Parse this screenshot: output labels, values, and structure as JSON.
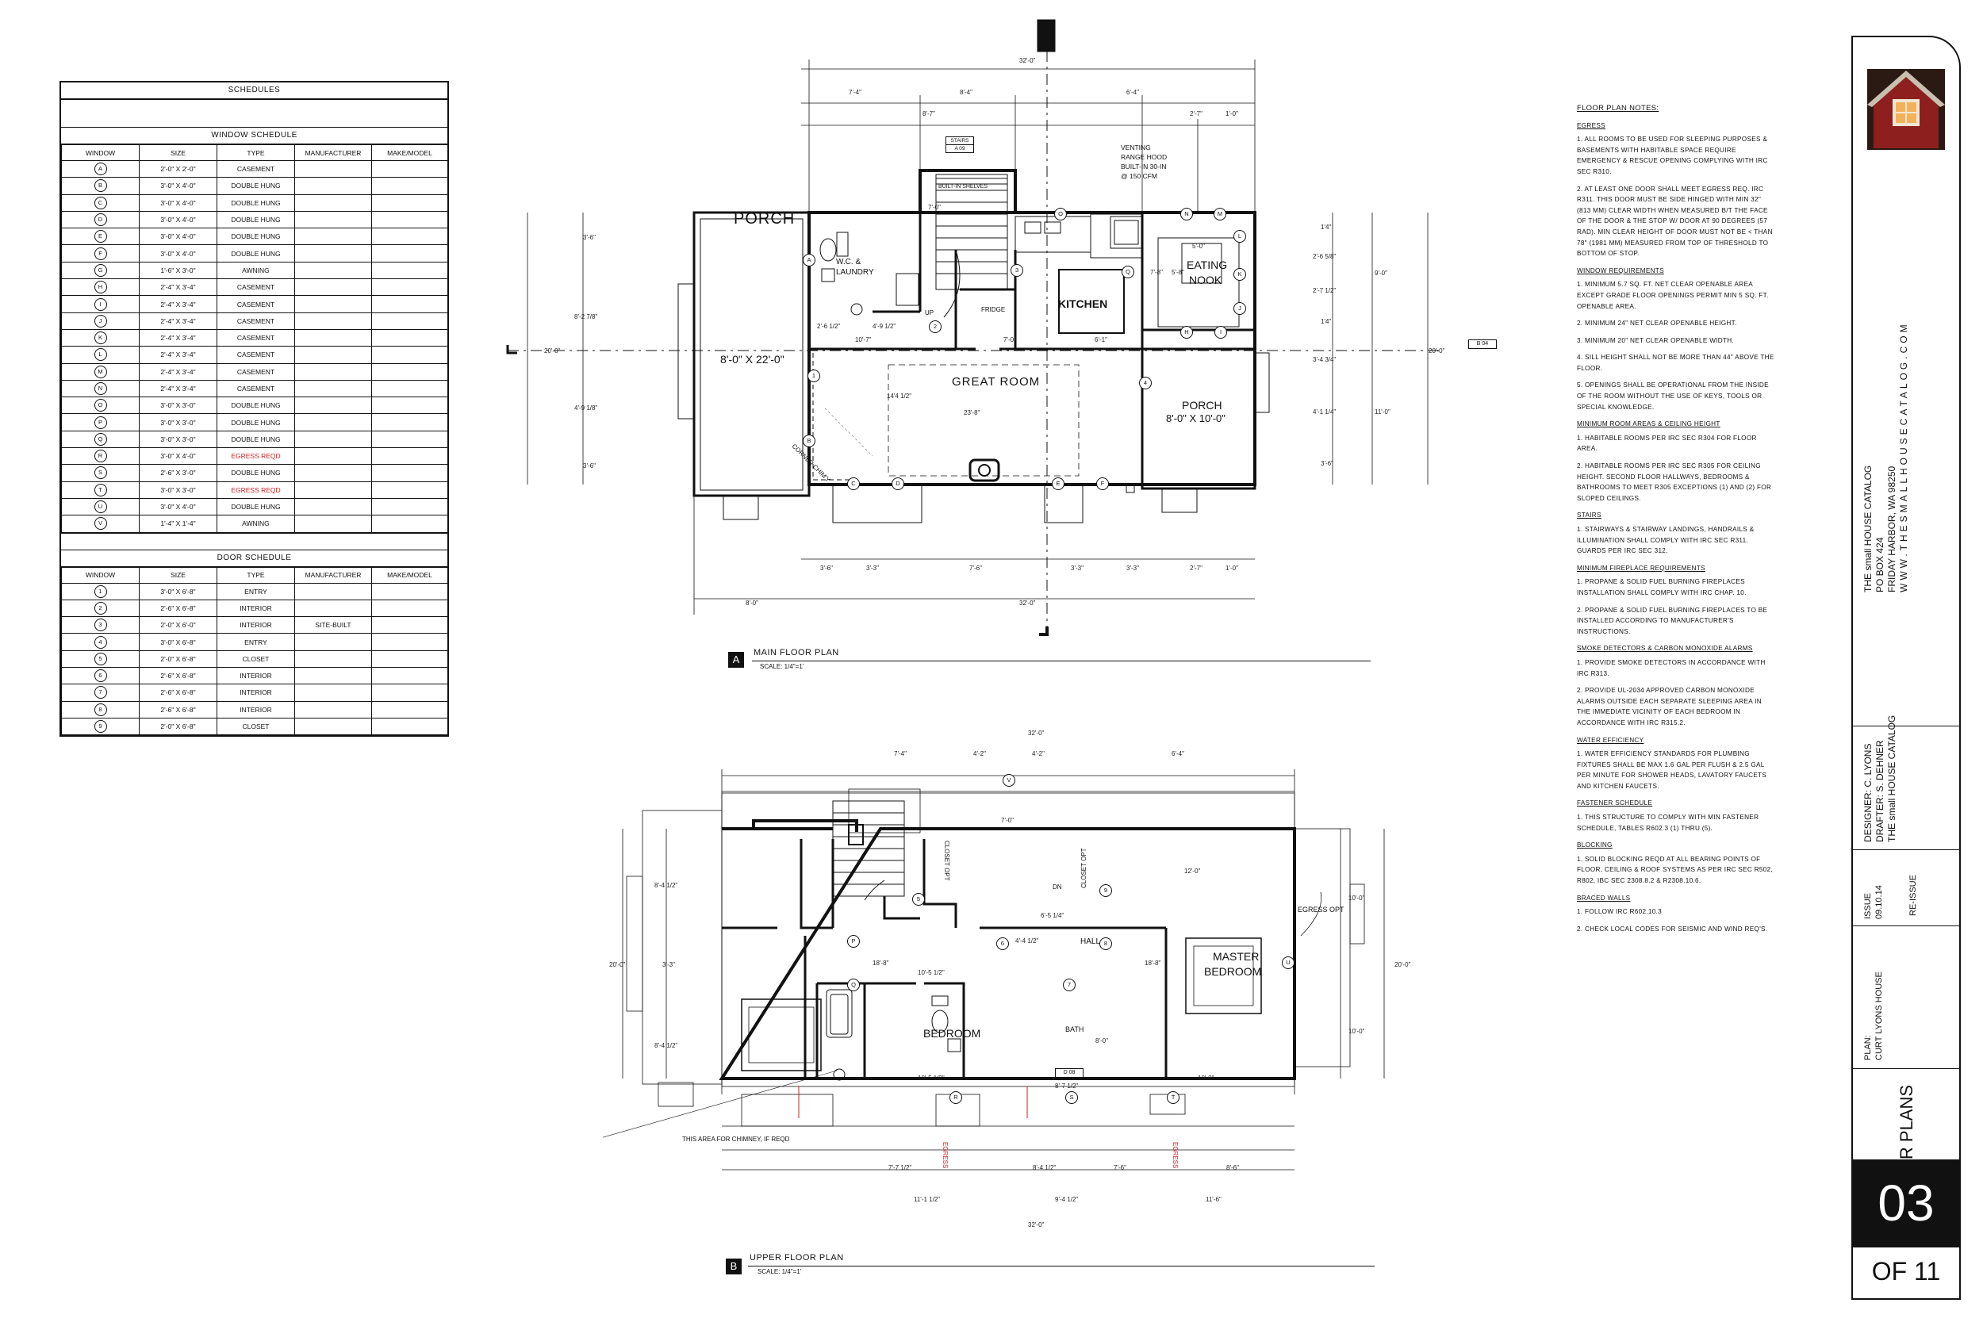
{
  "schedules": {
    "title": "SCHEDULES",
    "window_schedule_title": "WINDOW SCHEDULE",
    "window_headers": [
      "WINDOW",
      "SIZE",
      "TYPE",
      "MANUFACTURER",
      "MAKE/MODEL"
    ],
    "windows": [
      {
        "tag": "A",
        "size": "2'-0\" X 2'-0\"",
        "type": "CASEMENT",
        "red": false
      },
      {
        "tag": "B",
        "size": "3'-0\" X 4'-0\"",
        "type": "DOUBLE HUNG",
        "red": false
      },
      {
        "tag": "C",
        "size": "3'-0\" X 4'-0\"",
        "type": "DOUBLE HUNG",
        "red": false
      },
      {
        "tag": "D",
        "size": "3'-0\" X 4'-0\"",
        "type": "DOUBLE HUNG",
        "red": false
      },
      {
        "tag": "E",
        "size": "3'-0\" X 4'-0\"",
        "type": "DOUBLE HUNG",
        "red": false
      },
      {
        "tag": "F",
        "size": "3'-0\" X 4'-0\"",
        "type": "DOUBLE HUNG",
        "red": false
      },
      {
        "tag": "G",
        "size": "1'-6\" X 3'-0\"",
        "type": "AWNING",
        "red": false
      },
      {
        "tag": "H",
        "size": "2'-4\" X 3'-4\"",
        "type": "CASEMENT",
        "red": false
      },
      {
        "tag": "I",
        "size": "2'-4\" X 3'-4\"",
        "type": "CASEMENT",
        "red": false
      },
      {
        "tag": "J",
        "size": "2'-4\" X 3'-4\"",
        "type": "CASEMENT",
        "red": false
      },
      {
        "tag": "K",
        "size": "2'-4\" X 3'-4\"",
        "type": "CASEMENT",
        "red": false
      },
      {
        "tag": "L",
        "size": "2'-4\" X 3'-4\"",
        "type": "CASEMENT",
        "red": false
      },
      {
        "tag": "M",
        "size": "2'-4\" X 3'-4\"",
        "type": "CASEMENT",
        "red": false
      },
      {
        "tag": "N",
        "size": "2'-4\" X 3'-4\"",
        "type": "CASEMENT",
        "red": false
      },
      {
        "tag": "O",
        "size": "3'-0\" X 3'-0\"",
        "type": "DOUBLE HUNG",
        "red": false
      },
      {
        "tag": "P",
        "size": "3'-0\" X 3'-0\"",
        "type": "DOUBLE HUNG",
        "red": false
      },
      {
        "tag": "Q",
        "size": "3'-0\" X 3'-0\"",
        "type": "DOUBLE HUNG",
        "red": false
      },
      {
        "tag": "R",
        "size": "3'-0\" X 4'-0\"",
        "type": "EGRESS REQD",
        "red": true
      },
      {
        "tag": "S",
        "size": "2'-6\" X 3'-0\"",
        "type": "DOUBLE HUNG",
        "red": false
      },
      {
        "tag": "T",
        "size": "3'-0\" X 3'-0\"",
        "type": "EGRESS REQD",
        "red": true
      },
      {
        "tag": "U",
        "size": "3'-0\" X 4'-0\"",
        "type": "DOUBLE HUNG",
        "red": false
      },
      {
        "tag": "V",
        "size": "1'-4\" X 1'-4\"",
        "type": "AWNING",
        "red": false
      }
    ],
    "door_schedule_title": "DOOR SCHEDULE",
    "door_headers": [
      "WINDOW",
      "SIZE",
      "TYPE",
      "MANUFACTURER",
      "MAKE/MODEL"
    ],
    "doors": [
      {
        "tag": "1",
        "size": "3'-0\" X 6'-8\"",
        "type": "ENTRY",
        "mfr": ""
      },
      {
        "tag": "2",
        "size": "2'-6\" X 6'-8\"",
        "type": "INTERIOR",
        "mfr": ""
      },
      {
        "tag": "3",
        "size": "2'-0\" X 6'-0\"",
        "type": "INTERIOR",
        "mfr": "SITE-BUILT"
      },
      {
        "tag": "4",
        "size": "3'-0\" X 6'-8\"",
        "type": "ENTRY",
        "mfr": ""
      },
      {
        "tag": "5",
        "size": "2'-0\" X 6'-8\"",
        "type": "CLOSET",
        "mfr": ""
      },
      {
        "tag": "6",
        "size": "2'-6\" X 6'-8\"",
        "type": "INTERIOR",
        "mfr": ""
      },
      {
        "tag": "7",
        "size": "2'-6\" X 6'-8\"",
        "type": "INTERIOR",
        "mfr": ""
      },
      {
        "tag": "8",
        "size": "2'-6\" X 6'-8\"",
        "type": "INTERIOR",
        "mfr": ""
      },
      {
        "tag": "9",
        "size": "2'-0\" X 6'-8\"",
        "type": "CLOSET",
        "mfr": ""
      }
    ]
  },
  "main_plan": {
    "letter": "A",
    "title": "MAIN FLOOR PLAN",
    "scale": "SCALE: 1/4\"=1'",
    "rooms": {
      "porch_left": "PORCH",
      "porch_left_size": "8'-0\" X 22'-0\"",
      "wc": "W.C. &",
      "laundry": "LAUNDRY",
      "kitchen": "KITCHEN",
      "eating": "EATING",
      "nook": "NOOK",
      "great_room": "GREAT ROOM",
      "porch_right": "PORCH",
      "porch_right_size": "8'-0\" X 10'-0\"",
      "fridge": "FRIDGE",
      "built_in_shelves": "BUILT-IN SHELVES",
      "up": "UP",
      "corner_chimney": "CORNER CHIM'Y"
    },
    "hood_note": [
      "VENTING",
      "RANGE HOOD",
      "BUILT-IN 30-IN",
      "@ 150 CFM"
    ],
    "stairs_tag": "STAIRS",
    "stairs_ref": "A  09",
    "section_ref": "B  04",
    "top_dims_total": "32'-0\"",
    "top_dims_row1": [
      "7'-4\"",
      "8'-4\"",
      "6'-4\""
    ],
    "top_dims_row2": [
      "8'-7\"",
      "2'-7\"",
      "1'-0\""
    ],
    "bottom_dims_row1": [
      "3'-6\"",
      "3'-3\"",
      "7'-6\"",
      "3'-3\"",
      "3'-3\"",
      "2'-7\"",
      "1'-0\""
    ],
    "bottom_dims_row2": [
      "8'-0\"",
      "32'-0\""
    ],
    "left_dims": [
      "3'-6\"",
      "8'-2 7/8\"",
      "4'-9 1/8\"",
      "3'-6\""
    ],
    "left_total": "20'-0\"",
    "right_dims": [
      "1'4\"",
      "2'-6 5/8\"",
      "2'-7 1/2\"",
      "1'4\"",
      "3'-4 3/4\"",
      "4'-1 1/4\"",
      "3'-6\""
    ],
    "right_dims_b": [
      "9'-0\"",
      "11'-0\""
    ],
    "right_total": "20'-0\"",
    "interior_dims": [
      "7'-0\"",
      "5'-0\"",
      "7'-8\"",
      "5'-8\"",
      "10'-7\"",
      "7'-0\"",
      "6'-1\"",
      "2'-6 1/2\"",
      "4'-9 1/2\"",
      "14'4 1/2\"",
      "23'-8\""
    ],
    "window_tags": [
      "A",
      "B",
      "C",
      "D",
      "E",
      "F",
      "H",
      "I",
      "J",
      "K",
      "L",
      "M",
      "N",
      "O",
      "Q"
    ],
    "door_tags": [
      "1",
      "2",
      "3",
      "4"
    ]
  },
  "upper_plan": {
    "letter": "B",
    "title": "UPPER FLOOR PLAN",
    "scale": "SCALE: 1/4\"=1'",
    "rooms": {
      "bedroom": "BEDROOM",
      "master": "MASTER",
      "master2": "BEDROOM",
      "hall": "HALL",
      "bath": "BATH",
      "closet_left": "CLOSET OPT",
      "closet_right": "CLOSET OPT",
      "dn": "DN"
    },
    "egress_label": "EGRESS",
    "egress_opt": "EGRESS OPT",
    "chimney_note": "THIS AREA FOR CHIMNEY, IF REQD",
    "bath_ref": "D  08",
    "top_dims": [
      "7'-4\"",
      "4'-2\"",
      "4'-2\"",
      "6'-4\""
    ],
    "top_total": "32'-0\"",
    "bottom_dims_row1": [
      "7'-7 1/2\"",
      "8'-4 1/2\"",
      "7'-6\"",
      "8'-6\""
    ],
    "bottom_dims_row2": [
      "11'-1 1/2\"",
      "9'-4 1/2\"",
      "11'-6\""
    ],
    "bottom_total": "32'-0\"",
    "left_dims": [
      "8'-4 1/2\"",
      "3'-3\"",
      "8'-4 1/2\""
    ],
    "left_total": "20'-0\"",
    "right_dims": [
      "10'-0\"",
      "10'-0\""
    ],
    "right_total": "20'-0\"",
    "interior_dims": [
      "7'-0\"",
      "6'-5 1/4\"",
      "4'-4 1/2\"",
      "18'-8\"",
      "10'-5 1/2\"",
      "18'-8\"",
      "12'-0\"",
      "8'-0\"",
      "10'-5 1/2\"",
      "8'-7 1/2\"",
      "10'-0\""
    ],
    "window_tags": [
      "V",
      "P",
      "Q",
      "R",
      "S",
      "T",
      "U"
    ],
    "door_tags": [
      "5",
      "6",
      "7",
      "8",
      "9"
    ]
  },
  "notes": {
    "title": "FLOOR PLAN NOTES:",
    "sections": [
      {
        "heading": "EGRESS",
        "items": [
          "1. ALL ROOMS TO BE USED FOR SLEEPING PURPOSES & BASEMENTS WITH HABITABLE SPACE REQUIRE EMERGENCY & RESCUE OPENING COMPLYING WITH IRC SEC R310.",
          "2. AT LEAST ONE DOOR SHALL MEET EGRESS REQ. IRC R311. THIS DOOR MUST BE SIDE HINGED WITH MIN 32\" (813 MM) CLEAR WIDTH WHEN MEASURED B/T THE FACE OF THE DOOR & THE STOP W/ DOOR AT 90 DEGREES (57 RAD). MIN CLEAR HEIGHT OF DOOR MUST NOT BE < THAN 78\" (1981 MM) MEASURED FROM TOP OF THRESHOLD TO BOTTOM OF STOP."
        ]
      },
      {
        "heading": "WINDOW REQUIREMENTS",
        "items": [
          "1. MINIMUM 5.7 SQ. FT. NET CLEAR OPENABLE AREA EXCEPT GRADE FLOOR OPENINGS PERMIT MIN 5 SQ. FT. OPENABLE AREA.",
          "2. MINIMUM 24\" NET CLEAR OPENABLE HEIGHT.",
          "3. MINIMUM 20\" NET CLEAR OPENABLE WIDTH.",
          "4. SILL HEIGHT SHALL NOT BE MORE THAN 44\" ABOVE THE FLOOR.",
          "5. OPENINGS SHALL BE OPERATIONAL FROM THE INSIDE OF THE ROOM WITHOUT THE USE OF KEYS, TOOLS OR SPECIAL KNOWLEDGE."
        ]
      },
      {
        "heading": "MINIMUM ROOM AREAS & CEILING HEIGHT",
        "items": [
          "1. HABITABLE ROOMS PER IRC SEC R304 FOR FLOOR AREA.",
          "2. HABITABLE ROOMS PER IRC SEC R305 FOR CEILING HEIGHT. SECOND FLOOR HALLWAYS, BEDROOMS & BATHROOMS TO MEET R305 EXCEPTIONS (1) AND (2) FOR SLOPED CEILINGS."
        ]
      },
      {
        "heading": "STAIRS",
        "items": [
          "1. STAIRWAYS & STAIRWAY LANDINGS, HANDRAILS & ILLUMINATION SHALL COMPLY WITH IRC SEC R311. GUARDS PER IRC SEC 312."
        ]
      },
      {
        "heading": "MINIMUM FIREPLACE REQUIREMENTS",
        "items": [
          "1. PROPANE & SOLID FUEL BURNING FIREPLACES INSTALLATION SHALL COMPLY WITH IRC CHAP. 10.",
          "2. PROPANE & SOLID FUEL BURNING FIREPLACES TO BE INSTALLED ACCORDING TO MANUFACTURER'S INSTRUCTIONS."
        ]
      },
      {
        "heading": "SMOKE DETECTORS & CARBON MONOXIDE ALARMS",
        "items": [
          "1. PROVIDE SMOKE DETECTORS IN ACCORDANCE WITH IRC R313.",
          "2. PROVIDE UL-2034 APPROVED CARBON MONOXIDE ALARMS OUTSIDE EACH SEPARATE SLEEPING AREA IN THE IMMEDIATE VICINITY OF EACH BEDROOM IN ACCORDANCE WITH IRC R315.2."
        ]
      },
      {
        "heading": "WATER EFFICIENCY",
        "items": [
          "1. WATER EFFICIENCY STANDARDS FOR PLUMBING FIXTURES SHALL BE MAX 1.6 GAL PER FLUSH & 2.5 GAL PER MINUTE FOR SHOWER HEADS, LAVATORY FAUCETS AND KITCHEN FAUCETS."
        ]
      },
      {
        "heading": "FASTENER SCHEDULE",
        "items": [
          "1. THIS STRUCTURE TO COMPLY WITH MIN FASTENER SCHEDULE, TABLES R602.3 (1) THRU (5)."
        ]
      },
      {
        "heading": "BLOCKING",
        "items": [
          "1. SOLID BLOCKING REQD AT ALL BEARING POINTS OF FLOOR, CEILING & ROOF SYSTEMS AS PER IRC SEC R502, R802, IBC SEC 2308.8.2 & R2308.10.6."
        ]
      },
      {
        "heading": "BRACED WALLS",
        "items": [
          "1. FOLLOW IRC R602.10.3",
          "2. CHECK LOCAL CODES FOR SEISMIC AND WIND REQ'S."
        ]
      }
    ]
  },
  "title_block": {
    "company": "THE small HOUSE CATALOG",
    "po_box": "PO BOX 424",
    "city": "FRIDAY HARBOR, WA 98250",
    "website": "WWW.THESMALLHOUSECATALOG.COM",
    "designer": "DESIGNER: C. LYONS",
    "drafter": "DRAFTER: S. DEHNER",
    "catalog": "THE small HOUSE CATALOG",
    "issue_label": "ISSUE",
    "issue_date": "09.10.14",
    "reissue": "RE-ISSUE",
    "plan_label": "PLAN:",
    "plan_name": "CURT LYONS HOUSE",
    "sheet_title": "FLOOR PLANS",
    "sheet_number": "03",
    "sheet_of": "OF 11",
    "logo_color": "#8e1f1f"
  }
}
